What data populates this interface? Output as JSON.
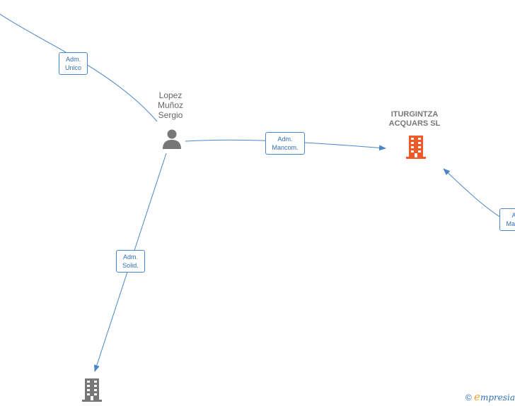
{
  "person": {
    "name_lines": [
      "Lopez",
      "Muñoz",
      "Sergio"
    ],
    "icon": "person-icon"
  },
  "main_company": {
    "name_lines": [
      "ITURGINTZA",
      "ACQUARS SL"
    ],
    "icon": "building-icon",
    "color": "#f05a28"
  },
  "other_company": {
    "icon": "building-icon",
    "color": "#777777"
  },
  "edges": {
    "adm_unico": [
      "Adm.",
      "Unico"
    ],
    "adm_mancom": [
      "Adm.",
      "Mancom."
    ],
    "adm_solid": [
      "Adm.",
      "Solid."
    ],
    "adm_mancom_right": [
      "Adm.",
      "Mancom."
    ]
  },
  "footer": {
    "copyright": "©",
    "brand_initial": "e",
    "brand_rest": "mpresia"
  },
  "colors": {
    "edge": "#4a86c8",
    "label_text": "#2f6fb5"
  }
}
